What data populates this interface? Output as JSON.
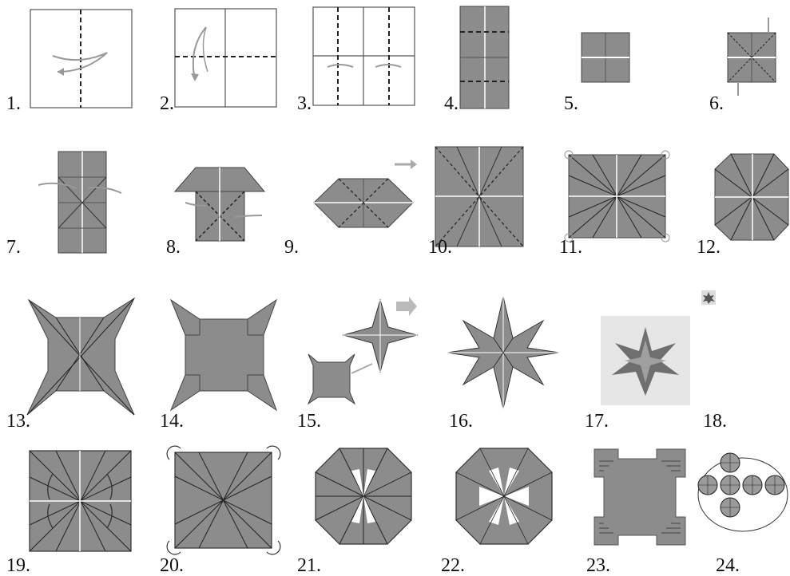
{
  "colors": {
    "paper": "#8c8c8c",
    "paper_light": "#b9b9b9",
    "paper_dark": "#6f6f6f",
    "crease": "#222222",
    "arrow": "#9a9a9a",
    "background": "#ffffff"
  },
  "steps": [
    {
      "number": "1.",
      "figure": "square-sheet-vertical-valley-fold"
    },
    {
      "number": "2.",
      "figure": "square-sheet-horizontal-valley-fold"
    },
    {
      "number": "3.",
      "figure": "square-sheet-cupboard-fold"
    },
    {
      "number": "4.",
      "figure": "folded-strip-two-valley-folds"
    },
    {
      "number": "5.",
      "figure": "small-folded-square"
    },
    {
      "number": "6.",
      "figure": "small-square-open-arrows"
    },
    {
      "number": "7.",
      "figure": "strip-opened-sideways"
    },
    {
      "number": "8.",
      "figure": "squash-fold-with-flaps"
    },
    {
      "number": "9.",
      "figure": "hexagon-crease-pattern"
    },
    {
      "number": "10.",
      "figure": "square-with-diagonal-valley-folds"
    },
    {
      "number": "11.",
      "figure": "square-with-radial-creases"
    },
    {
      "number": "12.",
      "figure": "octagon-radial"
    },
    {
      "number": "13.",
      "figure": "four-point-star-creased"
    },
    {
      "number": "14.",
      "figure": "four-point-star-flat"
    },
    {
      "number": "15.",
      "figure": "two-units-joining"
    },
    {
      "number": "16.",
      "figure": "eight-point-star"
    },
    {
      "number": "17.",
      "figure": "finished-star-photo"
    },
    {
      "number": "18.",
      "figure": "small-star-thumbnail"
    },
    {
      "number": "19.",
      "figure": "square-with-curved-arrows"
    },
    {
      "number": "20.",
      "figure": "square-radial-corner-arrows"
    },
    {
      "number": "21.",
      "figure": "octagon-with-petals"
    },
    {
      "number": "22.",
      "figure": "octagon-with-white-rays"
    },
    {
      "number": "23.",
      "figure": "notched-octagon-tile"
    },
    {
      "number": "24.",
      "figure": "tessellation-cluster"
    }
  ]
}
